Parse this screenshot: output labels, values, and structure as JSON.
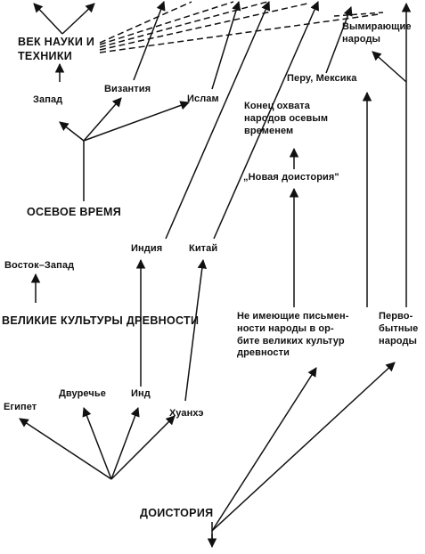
{
  "diagram": {
    "nodes": {
      "age_science": "ВЕК НАУКИ И\nТЕХНИКИ",
      "west": "Запад",
      "byzantium": "Византия",
      "islam": "Ислам",
      "axial_age": "ОСЕВОЕ ВРЕМЯ",
      "dying_peoples": "Вымирающие\nнароды",
      "peru_mexico": "Перу, Мексика",
      "end_axial": "Конец охвата\nнародов осевым\nвременем",
      "new_prehistory": "„Новая доистория\"",
      "east_west": "Восток–Запад",
      "india": "Индия",
      "china": "Китай",
      "great_cultures": "ВЕЛИКИЕ КУЛЬТУРЫ ДРЕВНОСТИ",
      "non_literate": "Не имеющие письмен-\nности народы в ор-\nбите великих культур\nдревности",
      "primitive": "Перво-\nбытные\nнароды",
      "egypt": "Египет",
      "mesopotamia": "Двуречье",
      "indus": "Инд",
      "huanghe": "Хуанхэ",
      "prehistory": "ДОИСТОРИЯ"
    }
  }
}
